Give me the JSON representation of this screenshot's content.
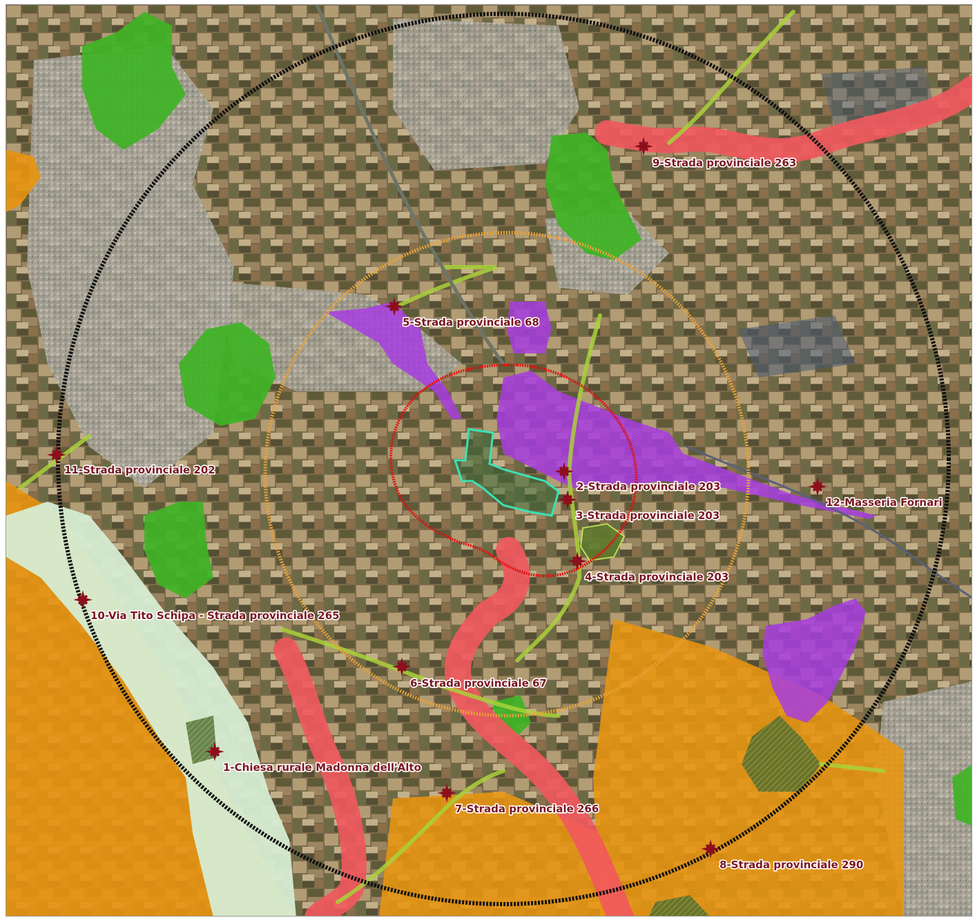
{
  "colors": {
    "base_imagery": "#7b6a4b",
    "urban": "#a8a69d",
    "field_light": "#b19c74",
    "field_dark": "#5f5a38",
    "green_areas": "#3fb325",
    "purple_areas": "#a73de0",
    "orange_zone": "#e89510",
    "pale_green_zone": "#d6ecd2",
    "red_corridor": "#f2585e",
    "yellow_green_roads": "#a9d13a",
    "site_outline": "#3be2b5",
    "ring_outer": "#111111",
    "ring_middle": "#e8a23a",
    "ring_inner": "#e01010",
    "marker": "#8d0f1c"
  },
  "points_of_interest": [
    {
      "number": 1,
      "label": "1-Chiesa rurale Madonna dell'Alto"
    },
    {
      "number": 2,
      "label": "2-Strada provinciale 203"
    },
    {
      "number": 3,
      "label": "3-Strada provinciale 203"
    },
    {
      "number": 4,
      "label": "4-Strada provinciale 203"
    },
    {
      "number": 5,
      "label": "5-Strada provinciale 68"
    },
    {
      "number": 6,
      "label": "6-Strada provinciale 67"
    },
    {
      "number": 7,
      "label": "7-Strada provinciale 266"
    },
    {
      "number": 8,
      "label": "8-Strada provinciale 290"
    },
    {
      "number": 9,
      "label": "9-Strada provinciale 263"
    },
    {
      "number": 10,
      "label": "10-Via Tito Schipa - Strada provinciale 265"
    },
    {
      "number": 11,
      "label": "11-Strada provinciale 202"
    },
    {
      "number": 12,
      "label": "12-Masseria Fornari"
    }
  ]
}
